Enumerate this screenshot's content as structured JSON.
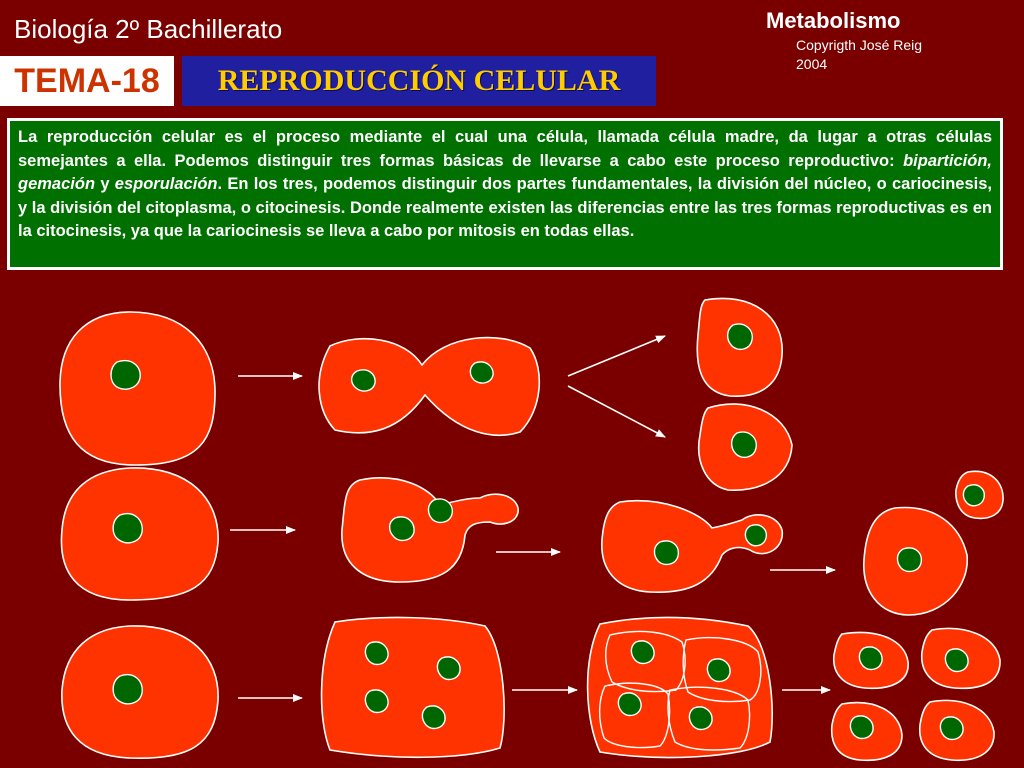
{
  "header": {
    "course": "Biología 2º Bachillerato",
    "tema": "TEMA-18",
    "topic": "REPRODUCCIÓN CELULAR",
    "section": "Metabolismo",
    "copyright_line1": "Copyrigth José Reig",
    "copyright_line2": "2004"
  },
  "intro": {
    "part1": "La reproducción celular es el proceso mediante el cual una célula, llamada célula madre, da lugar a otras células semejantes a ella. Podemos distinguir tres formas básicas de llevarse a cabo este proceso reproductivo: ",
    "term1": "bipartición, gemación",
    "joiner": " y ",
    "term2": "esporulación",
    "part2": ". En los tres, podemos distinguir dos partes fundamentales, la división del núcleo, o cariocinesis, y la división del citoplasma, o citocinesis. Donde realmente existen las diferencias entre las tres formas reproductivas es en la citocinesis, ya que la cariocinesis se lleva a cabo por mitosis en todas ellas."
  },
  "colors": {
    "background": "#7a0000",
    "cytoplasm": "#ff3300",
    "nucleus": "#006600",
    "outline": "#ffffff",
    "intro_box": "#007000",
    "topic_box": "#1f1fa0",
    "topic_text": "#ffcc00",
    "tema_text": "#cc3300"
  }
}
